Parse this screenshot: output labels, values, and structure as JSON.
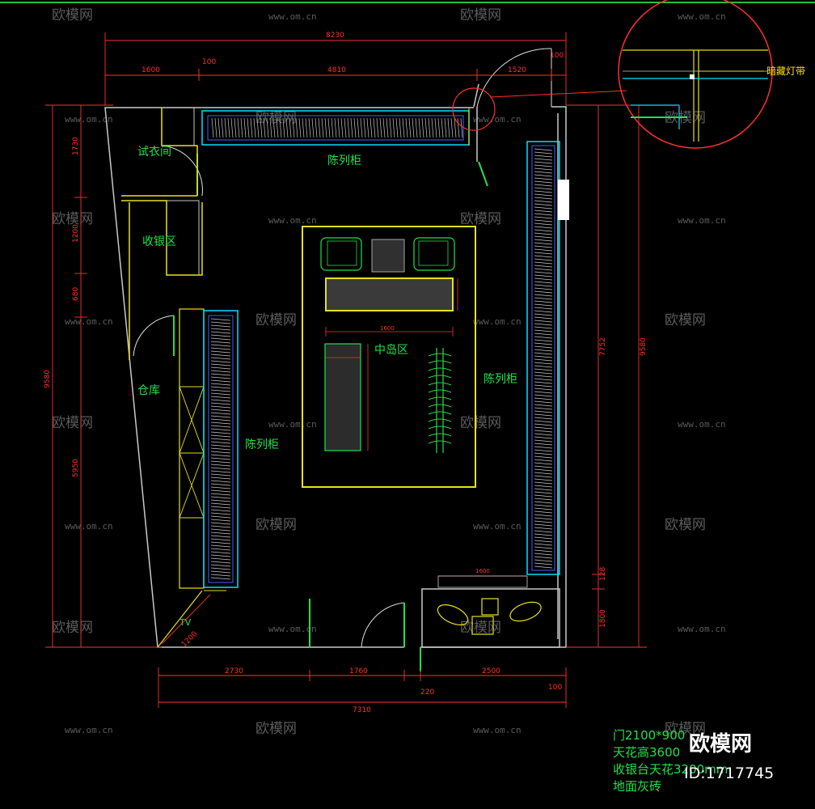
{
  "labels": {
    "fitting_room": "试衣间",
    "display_top": "陈列柜",
    "cashier": "收银区",
    "island": "中岛区",
    "display_right": "陈列柜",
    "warehouse": "仓库",
    "display_left": "陈列柜",
    "tv": "TV",
    "detail_label": "暗藏灯带"
  },
  "dimensions": {
    "top_total": "8230",
    "top_a": "1600",
    "top_b": "100",
    "top_c": "4810",
    "top_d": "1520",
    "top_e": "100",
    "bottom_a": "2730",
    "bottom_b": "1760",
    "bottom_c": "2500",
    "bottom_d": "220",
    "bottom_e": "100",
    "bottom_total": "7310",
    "left_a": "1730",
    "left_b": "1200",
    "left_c": "680",
    "left_total": "9580",
    "left_d": "5950",
    "right_a": "7752",
    "right_total": "9580",
    "right_b": "1800",
    "right_c": "128",
    "diag": "1200",
    "island_w": "1600",
    "table_w": "1600"
  },
  "notes": [
    "门2100*900",
    "天花高3600",
    "收银台天花3200mm",
    "地面灰砖"
  ],
  "watermark": {
    "brand": "欧模网",
    "url": "www.om.cn",
    "id": "ID:1717745"
  },
  "colors": {
    "wall": "#c8c8c8",
    "dimension": "#ff3030",
    "label": "#22e04a",
    "furniture": "#e8e020",
    "cabinet": "#00e0ff",
    "background": "#000000"
  }
}
